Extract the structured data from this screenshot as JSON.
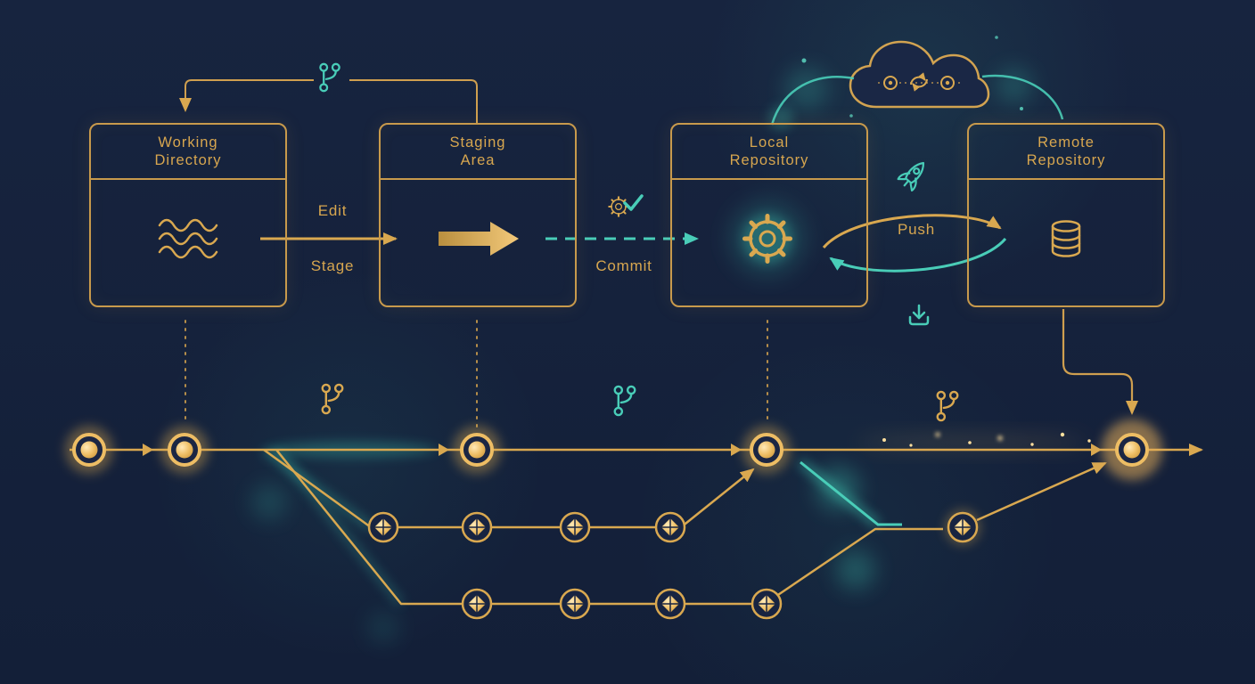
{
  "colors": {
    "background": "#16223c",
    "gold": "#d9a850",
    "gold_bright": "#f2c572",
    "teal": "#49cdb8",
    "box_border": "#c89a4c"
  },
  "boxes": [
    {
      "line1": "Working",
      "line2": "Directory"
    },
    {
      "line1": "Staging",
      "line2": "Area"
    },
    {
      "line1": "Local",
      "line2": "Repository"
    },
    {
      "line1": "Remote",
      "line2": "Repository"
    }
  ],
  "labels": {
    "edit": "Edit",
    "stage": "Stage",
    "commit": "Commit",
    "push": "Push"
  },
  "icons": [
    "git-branch-icon",
    "cloud-sync-icon",
    "waves-icon",
    "stage-arrow-icon",
    "gear-check-icon",
    "gear-icon",
    "rocket-icon",
    "download-icon",
    "database-icon"
  ],
  "commit_graph": {
    "main_commits": 5,
    "branch_1_commits": 4,
    "branch_2_commits": 4,
    "post_merge_commits": 1
  }
}
